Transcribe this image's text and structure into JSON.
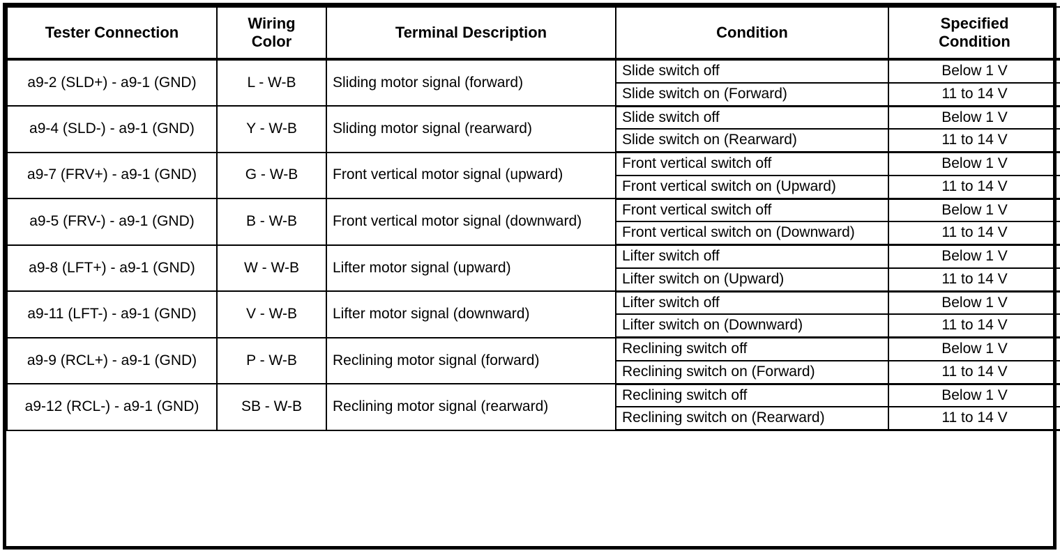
{
  "table": {
    "headers": [
      "Tester Connection",
      "Wiring Color",
      "Terminal Description",
      "Condition",
      "Specified Condition"
    ],
    "header_lines": {
      "tester": "Tester Connection",
      "wiring_line1": "Wiring",
      "wiring_line2": "Color",
      "terminal": "Terminal Description",
      "condition": "Condition",
      "specified_line1": "Specified",
      "specified_line2": "Condition"
    },
    "rows": [
      {
        "tester_connection": "a9-2 (SLD+) - a9-1 (GND)",
        "wiring_color": "L - W-B",
        "terminal_description": "Sliding motor signal (forward)",
        "conditions": [
          {
            "condition": "Slide switch off",
            "specified": "Below 1 V"
          },
          {
            "condition": "Slide switch on (Forward)",
            "specified": "11 to 14 V"
          }
        ]
      },
      {
        "tester_connection": "a9-4 (SLD-) - a9-1 (GND)",
        "wiring_color": "Y - W-B",
        "terminal_description": "Sliding motor signal (rearward)",
        "conditions": [
          {
            "condition": "Slide switch off",
            "specified": "Below 1 V"
          },
          {
            "condition": "Slide switch on (Rearward)",
            "specified": "11 to 14 V"
          }
        ]
      },
      {
        "tester_connection": "a9-7 (FRV+) - a9-1 (GND)",
        "wiring_color": "G - W-B",
        "terminal_description": "Front vertical motor signal (upward)",
        "conditions": [
          {
            "condition": "Front vertical switch off",
            "specified": "Below 1 V"
          },
          {
            "condition": "Front vertical switch on (Upward)",
            "specified": "11 to 14 V"
          }
        ]
      },
      {
        "tester_connection": "a9-5 (FRV-) - a9-1 (GND)",
        "wiring_color": "B - W-B",
        "terminal_description": "Front vertical motor signal (downward)",
        "conditions": [
          {
            "condition": "Front vertical switch off",
            "specified": "Below 1 V"
          },
          {
            "condition": "Front vertical switch on (Downward)",
            "specified": "11 to 14 V"
          }
        ]
      },
      {
        "tester_connection": "a9-8 (LFT+) - a9-1 (GND)",
        "wiring_color": "W - W-B",
        "terminal_description": "Lifter motor signal (upward)",
        "conditions": [
          {
            "condition": "Lifter switch off",
            "specified": "Below 1 V"
          },
          {
            "condition": "Lifter switch on (Upward)",
            "specified": "11 to 14 V"
          }
        ]
      },
      {
        "tester_connection": "a9-11 (LFT-) - a9-1 (GND)",
        "wiring_color": "V - W-B",
        "terminal_description": "Lifter motor signal (downward)",
        "conditions": [
          {
            "condition": "Lifter switch off",
            "specified": "Below 1 V"
          },
          {
            "condition": "Lifter switch on (Downward)",
            "specified": "11 to 14 V"
          }
        ]
      },
      {
        "tester_connection": "a9-9 (RCL+) - a9-1 (GND)",
        "wiring_color": "P - W-B",
        "terminal_description": "Reclining motor signal (forward)",
        "conditions": [
          {
            "condition": "Reclining switch off",
            "specified": "Below 1 V"
          },
          {
            "condition": "Reclining switch on (Forward)",
            "specified": "11 to 14 V"
          }
        ]
      },
      {
        "tester_connection": "a9-12 (RCL-) - a9-1 (GND)",
        "wiring_color": "SB - W-B",
        "terminal_description": "Reclining motor signal (rearward)",
        "conditions": [
          {
            "condition": "Reclining switch off",
            "specified": "Below 1 V"
          },
          {
            "condition": "Reclining switch on (Rearward)",
            "specified": "11 to 14 V"
          }
        ]
      }
    ]
  },
  "colors": {
    "border": "#000000",
    "text": "#000000",
    "background": "#ffffff"
  }
}
